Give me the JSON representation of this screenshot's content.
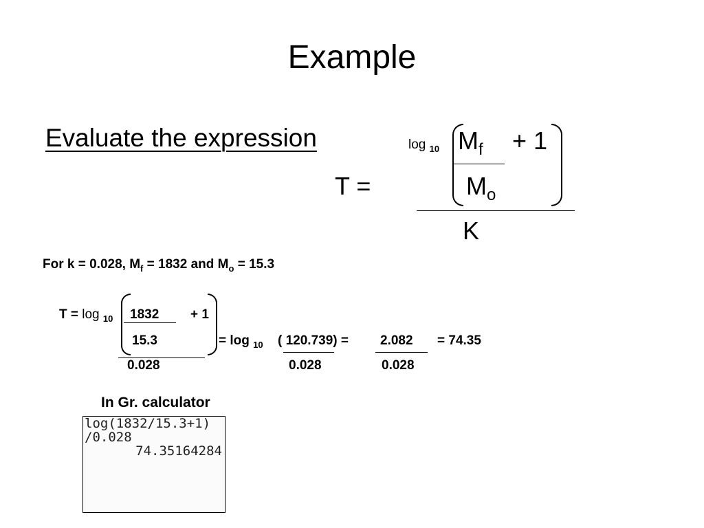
{
  "slide": {
    "title": "Example",
    "instruction": "Evaluate the expression"
  },
  "formula": {
    "t_label": "T =",
    "log": "log",
    "log_base": "10",
    "numerator_var": "M",
    "numerator_sub": "f",
    "plus_one": "+ 1",
    "denominator_var": "M",
    "denominator_sub": "o",
    "divisor": "K"
  },
  "given": {
    "prefix": "For k = 0.028, M",
    "mf_sub": "f",
    "middle": " = 1832 and M",
    "mo_sub": "o",
    "suffix": " = 15.3"
  },
  "work": {
    "t_label": "T =",
    "log": "log",
    "log_base": "10",
    "num": "1832",
    "plus_one": "+ 1",
    "den": "15.3",
    "divisor": "0.028",
    "eq_log": "= log",
    "eq_log_base": "10",
    "inner_value": "( 120.739) =",
    "inner_divisor": "0.028",
    "log_value": "2.082",
    "log_divisor": "0.028",
    "result": "= 74.35"
  },
  "calculator": {
    "label": "In Gr. calculator",
    "line1": "log(1832/15.3+1)",
    "line2": "/0.028",
    "result": "74.35164284"
  }
}
